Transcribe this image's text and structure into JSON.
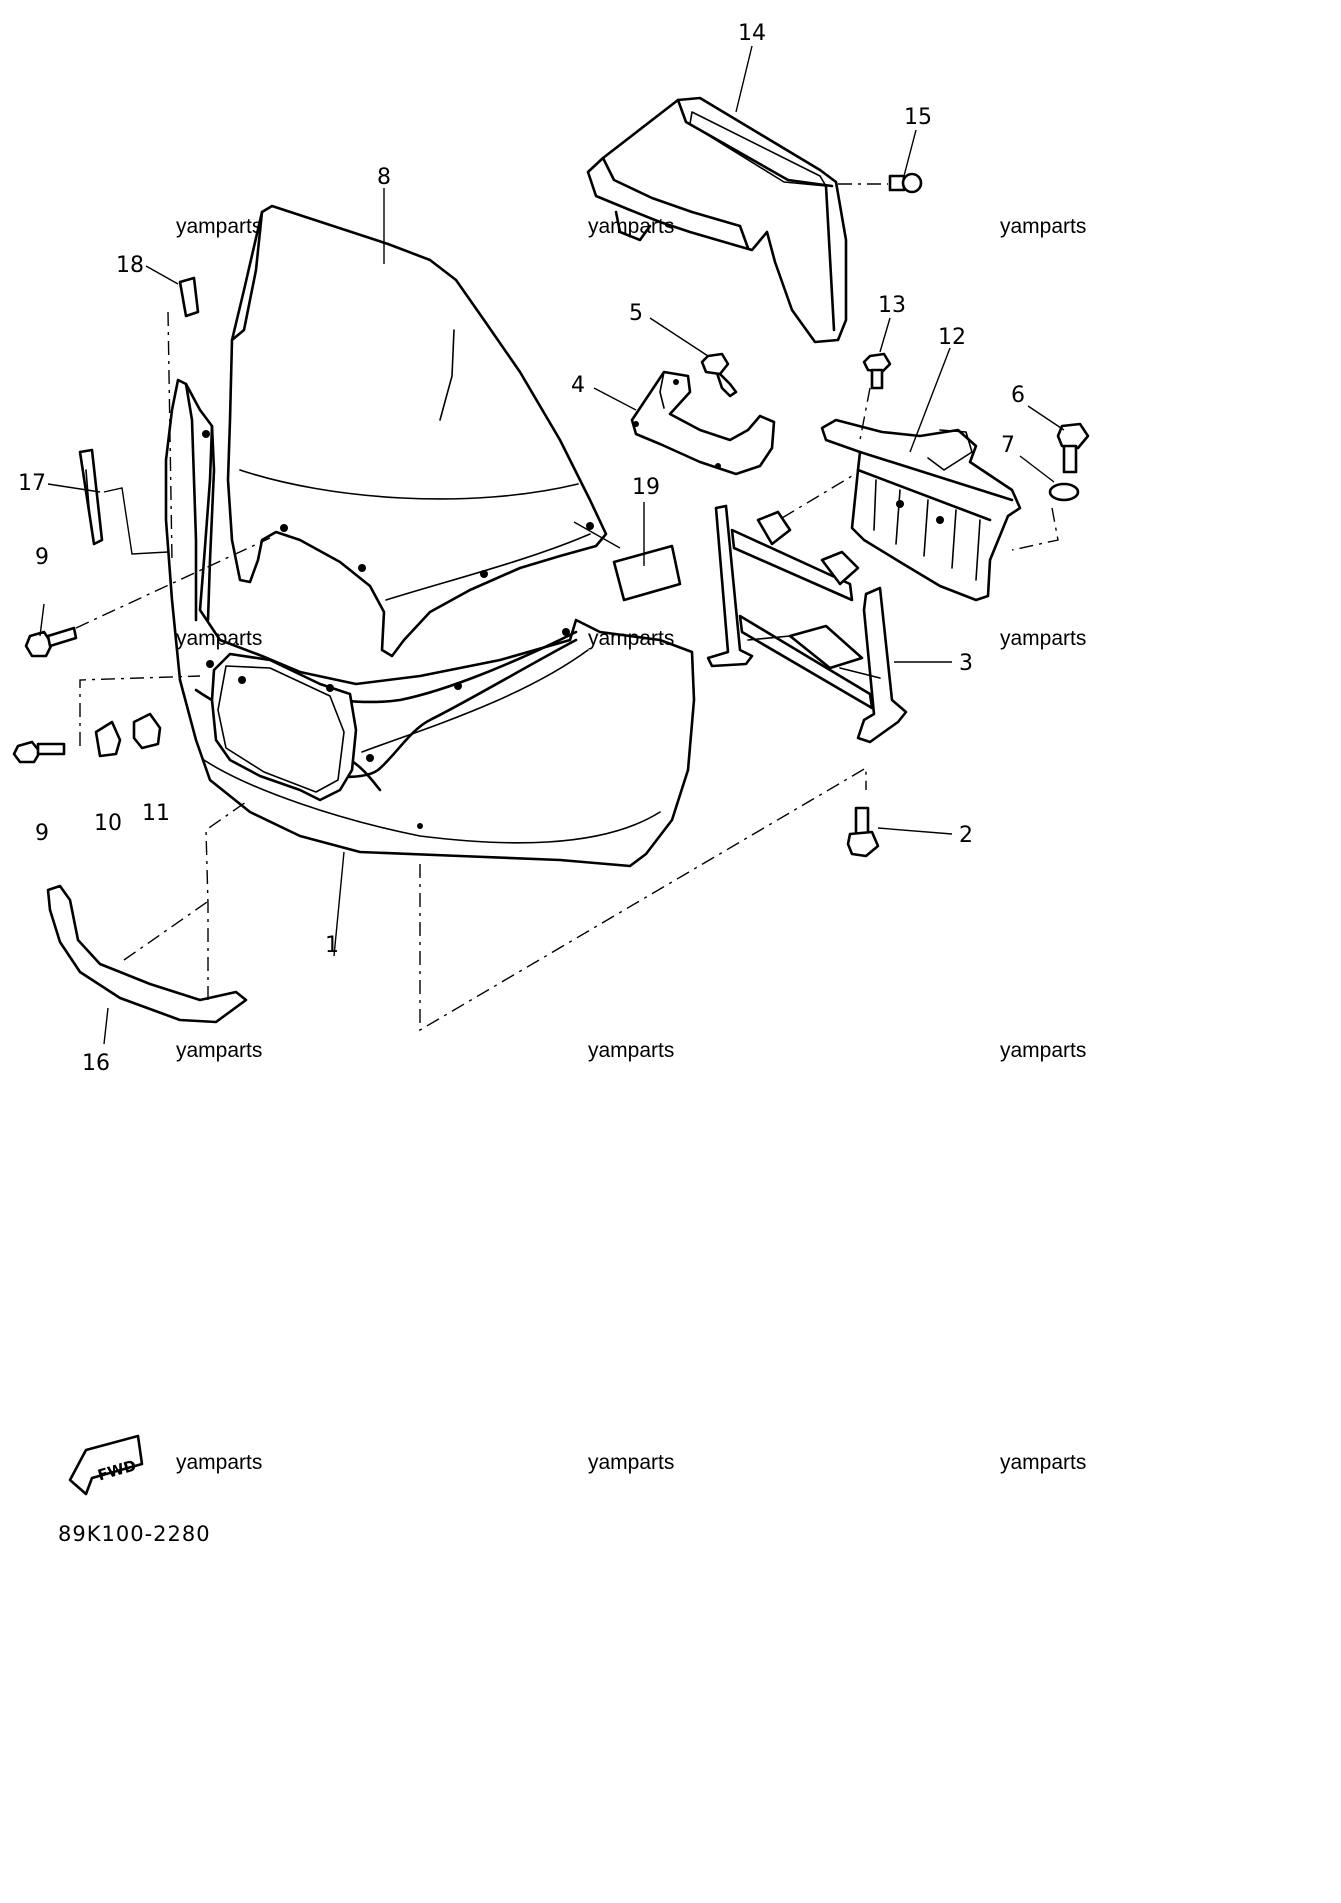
{
  "callouts": {
    "c1": "1",
    "c2": "2",
    "c3": "3",
    "c4": "4",
    "c5": "5",
    "c6": "6",
    "c7": "7",
    "c8": "8",
    "c9a": "9",
    "c9b": "9",
    "c10": "10",
    "c11": "11",
    "c12": "12",
    "c13": "13",
    "c14": "14",
    "c15": "15",
    "c16": "16",
    "c17": "17",
    "c18": "18",
    "c19": "19"
  },
  "watermarks": {
    "w1": "yamparts",
    "w2": "yamparts",
    "w3": "yamparts",
    "w4": "yamparts",
    "w5": "yamparts",
    "w6": "yamparts",
    "w7": "yamparts",
    "w8": "yamparts",
    "w9": "yamparts",
    "w10": "yamparts",
    "w11": "yamparts",
    "w12": "yamparts"
  },
  "fwd_label": "FWD",
  "diagram_code": "89K100-2280"
}
